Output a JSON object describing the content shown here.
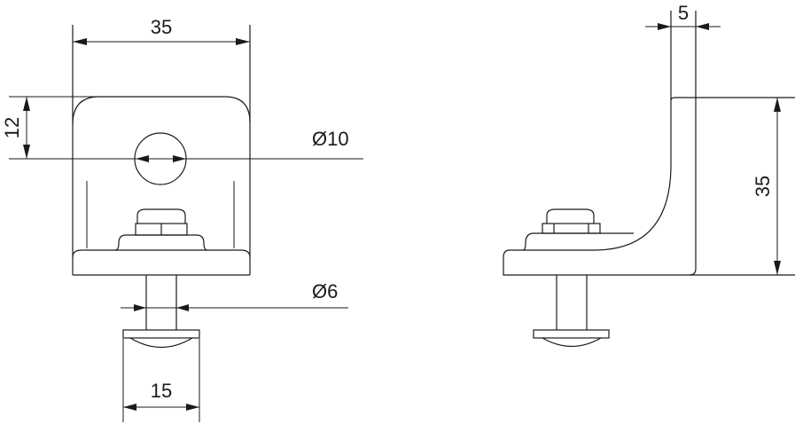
{
  "drawing": {
    "front_view": {
      "width_label": "35",
      "hole_offset_label": "12",
      "hole_diameter_label": "Ø10",
      "bolt_diameter_label": "Ø6",
      "bolt_head_label": "15"
    },
    "side_view": {
      "thickness_label": "5",
      "height_label": "35"
    },
    "line_color": "#1a1a1a",
    "background": "#ffffff"
  }
}
